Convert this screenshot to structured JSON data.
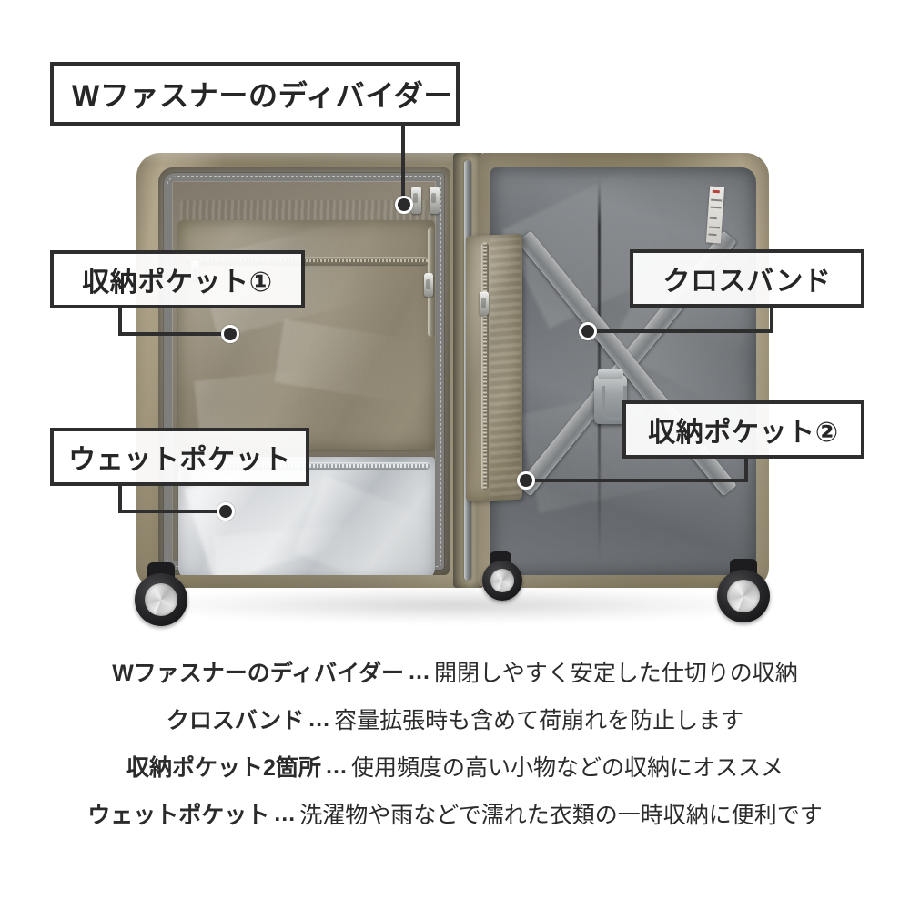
{
  "callouts": [
    {
      "id": "divider",
      "label": "Wファスナーのディバイダー"
    },
    {
      "id": "pocket1",
      "label": "収納ポケット①"
    },
    {
      "id": "wet",
      "label": "ウェットポケット"
    },
    {
      "id": "cross",
      "label": "クロスバンド"
    },
    {
      "id": "pocket2",
      "label": "収納ポケット②"
    }
  ],
  "legend": {
    "separator": "…",
    "rows": [
      {
        "term": "Wファスナーのディバイダー",
        "desc": "開閉しやすく安定した仕切りの収納"
      },
      {
        "term": "クロスバンド",
        "desc": "容量拡張時も含めて荷崩れを防止します"
      },
      {
        "term": "収納ポケット2箇所",
        "desc": "使用頻度の高い小物などの収納にオススメ"
      },
      {
        "term": "ウェットポケット",
        "desc": "洗濯物や雨などで濡れた衣類の一時収納に便利です"
      }
    ]
  },
  "photo": {
    "subject": "open-hardside-suitcase-interior",
    "colors": {
      "shell_khaki": "#8a8168",
      "lining_grey": "#74787c",
      "wet_pocket_silver": "#cfd2d4",
      "band_grey": "#8f9294",
      "callout_border": "#2e2e2e",
      "text": "#2b2b2b",
      "background": "#ffffff"
    }
  }
}
